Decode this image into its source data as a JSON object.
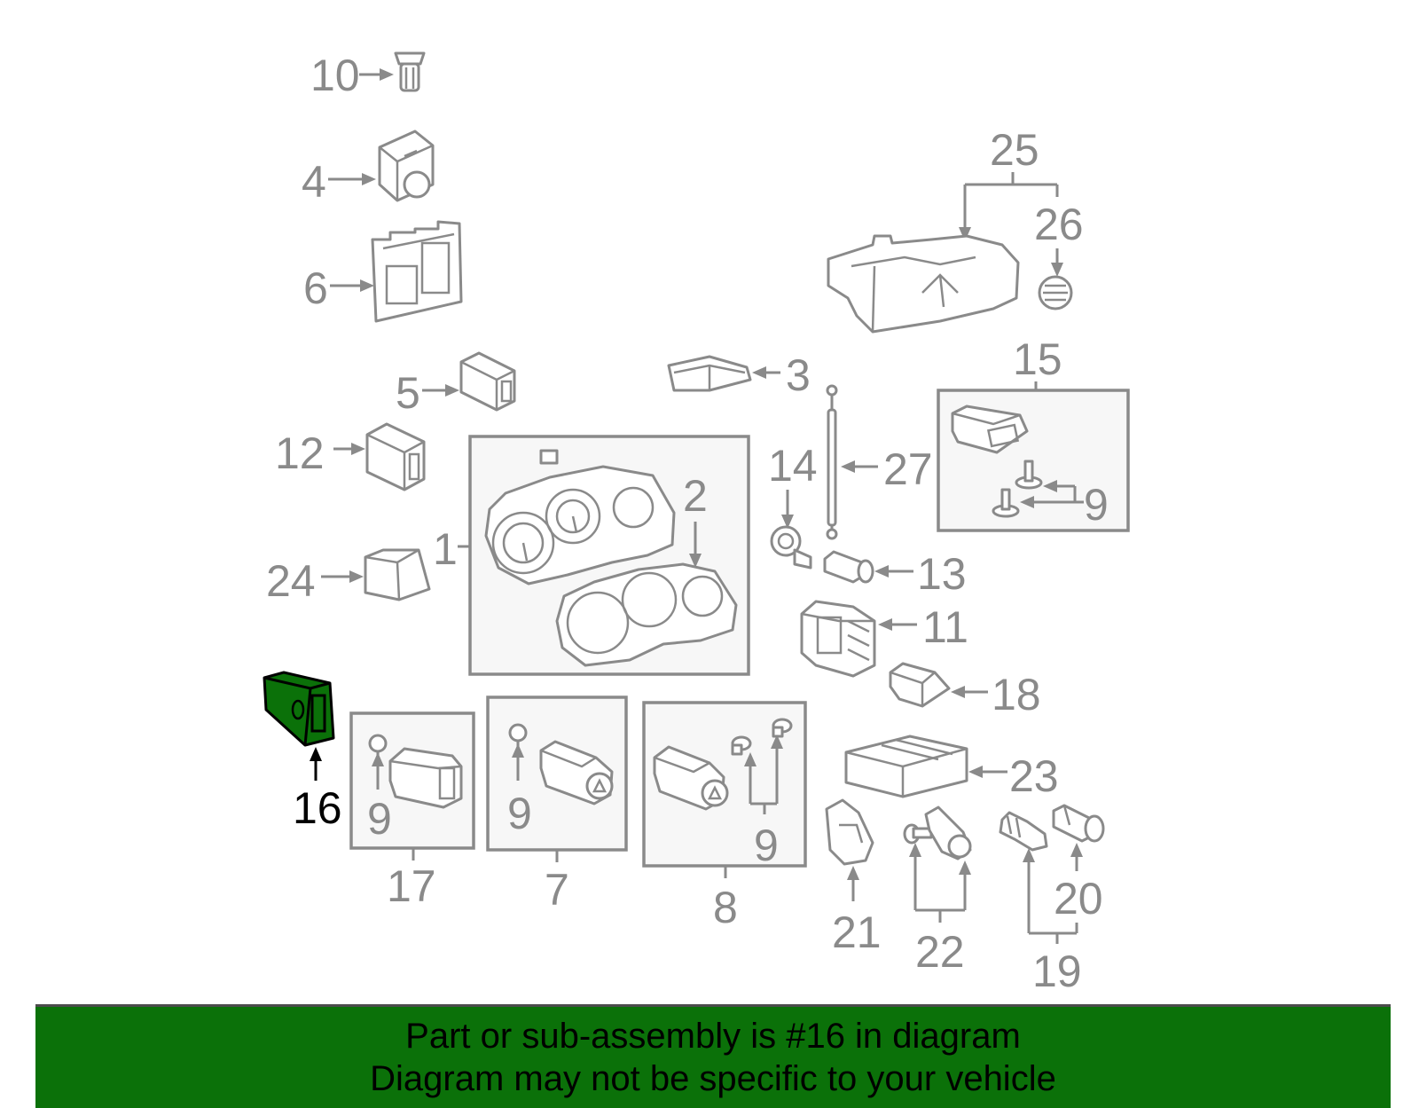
{
  "highlight_color": "#0b7109",
  "callouts": {
    "c1": "1",
    "c2": "2",
    "c3": "3",
    "c4": "4",
    "c5": "5",
    "c6": "6",
    "c7": "7",
    "c8": "8",
    "c10": "10",
    "c11": "11",
    "c12": "12",
    "c13": "13",
    "c14": "14",
    "c15": "15",
    "c16": "16",
    "c17": "17",
    "c18": "18",
    "c19": "19",
    "c20": "20",
    "c21": "21",
    "c22": "22",
    "c23": "23",
    "c24": "24",
    "c25": "25",
    "c26": "26",
    "c27": "27",
    "c9_box15": "9",
    "c9_box17": "9",
    "c9_box7": "9",
    "c9_box8": "9"
  },
  "banner": {
    "line1": "Part or sub-assembly is #16 in diagram",
    "line2": "Diagram may not be specific to your vehicle"
  }
}
